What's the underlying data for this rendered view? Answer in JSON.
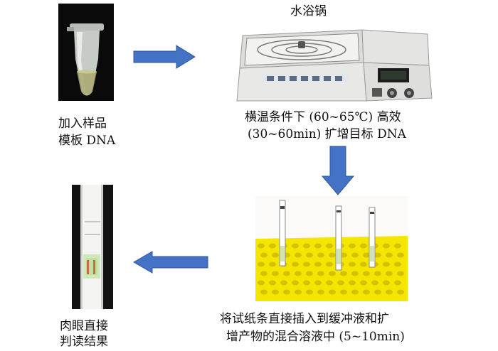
{
  "steps": {
    "sample": {
      "line1": "加入样品",
      "line2": "模板 DNA"
    },
    "bath": {
      "title": "水浴锅",
      "line1": "横温条件下 (60~65℃) 高效",
      "line2": "(30~60min) 扩增目标 DNA"
    },
    "strips": {
      "line1": "将试纸条直接插入到缓冲液和扩",
      "line2": "增产物的混合溶液中 (5~10min)"
    },
    "result": {
      "line1": "肉眼直接",
      "line2": "判读结果"
    }
  },
  "colors": {
    "arrow": "#4472c4",
    "rack": "#f5e600",
    "bath_body": "#e8e8e6",
    "strip_band": "#c86a4a"
  }
}
